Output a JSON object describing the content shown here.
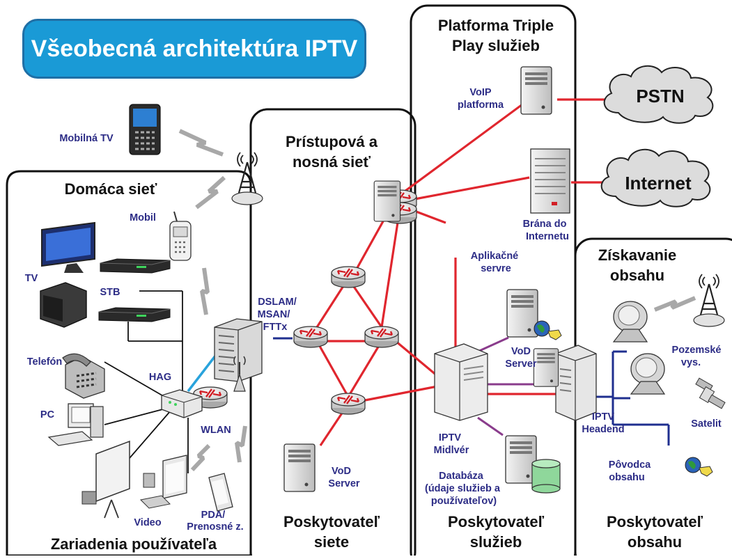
{
  "title": "Všeobecná architektúra IPTV",
  "sections": {
    "home_network": "Domáca sieť",
    "user_devices": "Zariadenia používateľa",
    "access_network": [
      "Prístupová a",
      "nosná sieť"
    ],
    "network_provider": [
      "Poskytovateľ",
      "siete"
    ],
    "platform": [
      "Platforma Triple",
      "Play služieb"
    ],
    "service_provider": [
      "Poskytovateľ",
      "služieb"
    ],
    "content_acquisition": [
      "Získavanie",
      "obsahu"
    ],
    "content_provider": [
      "Poskytovateľ",
      "obsahu"
    ]
  },
  "clouds": {
    "pstn": "PSTN",
    "internet": "Internet"
  },
  "labels": {
    "mobile_tv": "Mobilná TV",
    "mobil": "Mobil",
    "tv": "TV",
    "stb": "STB",
    "telefon": "Telefón",
    "hag": "HAG",
    "pc": "PC",
    "wlan": "WLAN",
    "video": "Video",
    "pda": [
      "PDA/",
      "Prenosné z."
    ],
    "dslam": [
      "DSLAM/",
      "MSAN/",
      "FTTx"
    ],
    "vod_server_net": [
      "VoD",
      "Server"
    ],
    "voip": [
      "VoIP",
      "platforma"
    ],
    "gateway": [
      "Brána do",
      "Internetu"
    ],
    "app_servers": [
      "Aplikačné",
      "servre"
    ],
    "vod_server_svc": [
      "VoD",
      "Server"
    ],
    "iptv_middleware": [
      "IPTV",
      "Midlvér"
    ],
    "database": [
      "Databáza",
      "(údaje služieb a",
      "používateľov)"
    ],
    "iptv_headend": [
      "IPTV",
      "Headend"
    ],
    "terrestrial": [
      "Pozemské",
      "vys."
    ],
    "satellite": "Satelit",
    "content_origin": [
      "Pôvodca",
      "obsahu"
    ]
  },
  "colors": {
    "title_bg": "#1a9ad6",
    "label_text": "#2c2c86",
    "core_link": "#e0262e",
    "wlan_link": "#29a3dc",
    "headend_link": "#1f2f8f",
    "middleware_link": "#8a3c8c",
    "wireless": "#a8a8a8"
  }
}
